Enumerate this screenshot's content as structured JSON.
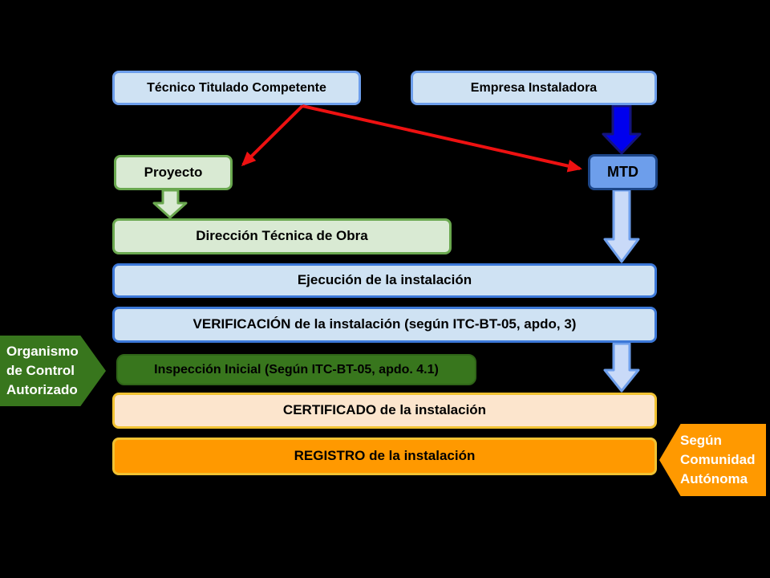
{
  "diagram": {
    "title_context": "Flujo de tramitación de una instalación eléctrica de baja tensión",
    "nodes": {
      "tecnico": "Técnico Titulado Competente",
      "empresa": "Empresa Instaladora",
      "proyecto": "Proyecto",
      "mtd": "MTD",
      "direccion": "Dirección Técnica de Obra",
      "ejecucion": "Ejecución de la instalación",
      "verificacion": "VERIFICACIÓN de la instalación (según ITC-BT-05, apdo, 3)",
      "inspeccion": "Inspección Inicial (Según ITC-BT-05, apdo. 4.1)",
      "certificado": "CERTIFICADO de la instalación",
      "registro": "REGISTRO de la instalación"
    },
    "callouts": {
      "organismo": {
        "lines": [
          "Organismo",
          "de Control",
          "Autorizado"
        ]
      },
      "comunidad": {
        "lines": [
          "Según",
          "Comunidad",
          "Autónoma"
        ]
      }
    },
    "colors": {
      "background": "#000000",
      "light_blue_fill": "#cfe2f3",
      "row_blue_border": "#3c78d8",
      "cornflower_border": "#6d9eeb",
      "mtd_fill": "#6d9eeb",
      "mtd_border": "#1c4587",
      "green_fill": "#d9ead3",
      "green_border": "#6aa84f",
      "dark_green": "#38761d",
      "peach_fill": "#fce5cd",
      "orange_fill": "#ff9900",
      "yellow_border": "#f1c232",
      "red_arrow": "#ee1111",
      "blue_arrow_fill": "#0000ee",
      "blue_arrow_border": "#14147d",
      "light_arrow_fill": "#c9daf8"
    }
  }
}
